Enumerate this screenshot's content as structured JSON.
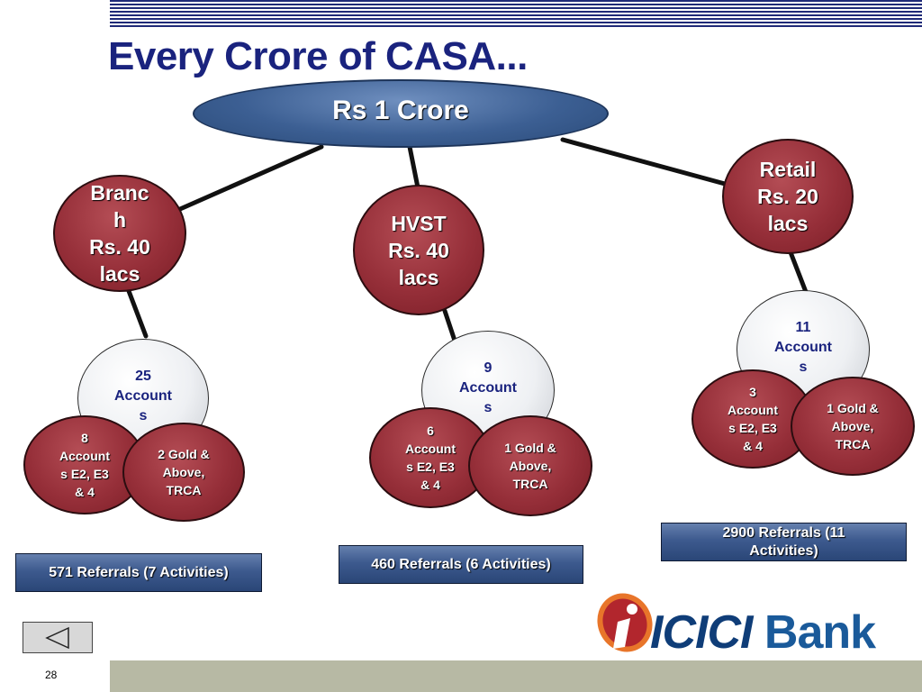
{
  "slide": {
    "title": "Every Crore of CASA...",
    "page_number": "28"
  },
  "root": {
    "label": "Rs 1 Crore"
  },
  "branches": [
    {
      "label": "Branc\nh\nRs. 40\nlacs",
      "accounts": "25\nAccount\ns",
      "sub_left": "8\nAccount\ns  E2, E3\n& 4",
      "sub_right": "2 Gold &\nAbove,\nTRCA",
      "referrals": "571 Referrals (7 Activities)"
    },
    {
      "label": "HVST\nRs. 40\nlacs",
      "accounts": "9\nAccount\ns",
      "sub_left": "6\nAccount\ns  E2, E3\n& 4",
      "sub_right": "1 Gold &\nAbove,\nTRCA",
      "referrals": "460 Referrals (6 Activities)"
    },
    {
      "label": "Retail\nRs. 20\nlacs",
      "accounts": "11\nAccount\ns",
      "sub_left": "3\nAccount\ns  E2, E3\n& 4",
      "sub_right": "1 Gold &\nAbove,\nTRCA",
      "referrals": "2900 Referrals (11\nActivities)"
    }
  ],
  "logo": {
    "brand": "ICICI",
    "bank": "Bank"
  },
  "colors": {
    "title": "#1a237e",
    "node_red": "#962f39",
    "node_blue": "#3c5f93",
    "footer": "#b7b9a4"
  },
  "icons": {
    "nav": "triangle-left-icon",
    "logo": "icici-i-icon"
  }
}
